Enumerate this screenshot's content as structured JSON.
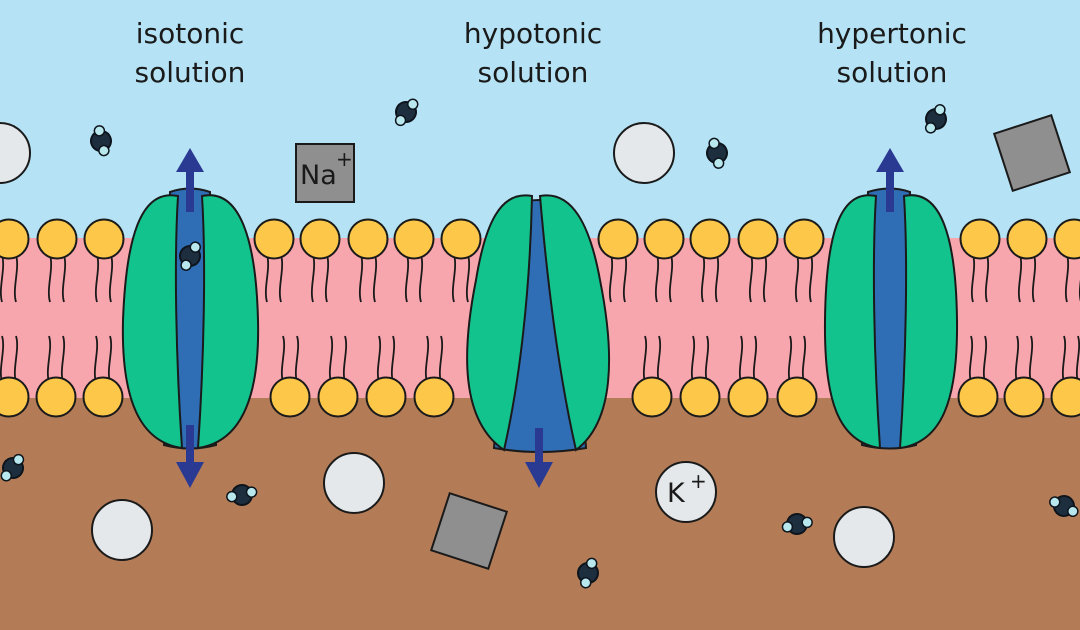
{
  "colors": {
    "outside": "#b5e3f5",
    "inside": "#b37c57",
    "membrane_core": "#f8a6ad",
    "lipid_head": "#fdc84a",
    "channel_body": "#13c38e",
    "channel_pore": "#2f6db5",
    "arrow": "#2a3a92",
    "solute_circle": "#e4e8ea",
    "solute_square": "#8f8f8f",
    "water_molecule": "#1d2e3f",
    "water_hydrogen": "#b8e8ee"
  },
  "labels": [
    {
      "line1": "isotonic",
      "line2": "solution"
    },
    {
      "line1": "hypotonic",
      "line2": "solution"
    },
    {
      "line1": "hypertonic",
      "line2": "solution"
    }
  ],
  "ions": {
    "sodium": {
      "symbol": "Na",
      "charge": "+"
    },
    "potassium": {
      "symbol": "K",
      "charge": "+"
    }
  }
}
